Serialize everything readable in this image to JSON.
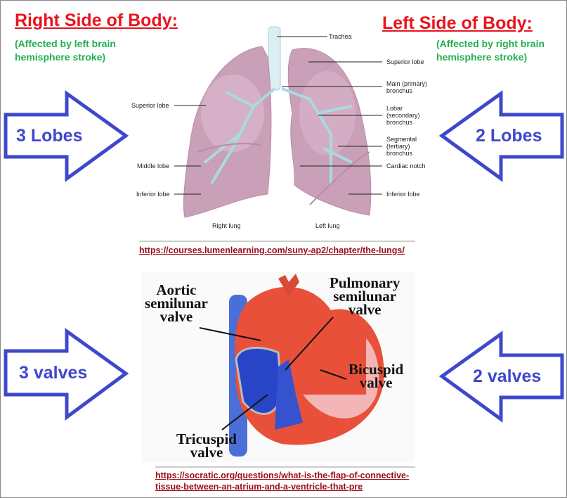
{
  "right_side": {
    "title": "Right Side of Body:",
    "subtitle_line1": "(Affected by left brain",
    "subtitle_line2": "hemisphere stroke)",
    "lobes": "3 Lobes",
    "valves": "3 valves"
  },
  "left_side": {
    "title": "Left Side of Body:",
    "subtitle_line1": "(Affected by right brain",
    "subtitle_line2": "hemisphere stroke)",
    "lobes": "2 Lobes",
    "valves": "2 valves"
  },
  "lungs": {
    "labels": {
      "trachea": "Trachea",
      "superior_left": "Superior lobe",
      "main_bronchus_1": "Main (primary)",
      "main_bronchus_2": "bronchus",
      "lobar_1": "Lobar",
      "lobar_2": "(secondary)",
      "lobar_3": "bronchus",
      "seg_1": "Segmental",
      "seg_2": "(tertiary)",
      "seg_3": "bronchus",
      "cardiac_notch": "Cardiac notch",
      "inferior_left": "Inferior lobe",
      "superior_right": "Superior lobe",
      "middle_right": "Middle lobe",
      "inferior_right": "Inferior lobe",
      "right_lung": "Right lung",
      "left_lung": "Left lung"
    },
    "source_url": "https://courses.lumenlearning.com/suny-ap2/chapter/the-lungs/"
  },
  "heart": {
    "labels": {
      "aortic_1": "Aortic",
      "aortic_2": "semilunar",
      "aortic_3": "valve",
      "pulm_1": "Pulmonary",
      "pulm_2": "semilunar",
      "pulm_3": "valve",
      "bicuspid_1": "Bicuspid",
      "bicuspid_2": "valve",
      "tricuspid_1": "Tricuspid",
      "tricuspid_2": "valve"
    },
    "source_url_line1": "https://socratic.org/questions/what-is-the-flap-of-connective-",
    "source_url_line2": "tissue-between-an-atrium-and-a-ventricle-that-pre"
  },
  "colors": {
    "title": "#e8141e",
    "subtitle": "#22b14c",
    "arrow": "#3f48cc",
    "link": "#990d1a"
  }
}
